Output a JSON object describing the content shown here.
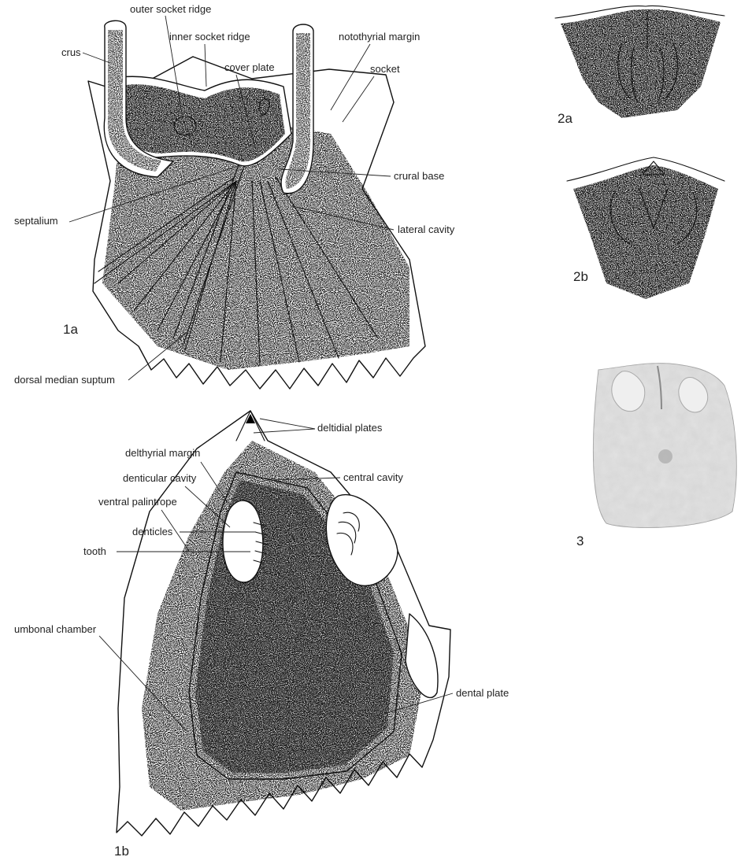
{
  "figure_1a": {
    "number": "1a",
    "labels": {
      "outer_socket_ridge": "outer socket ridge",
      "inner_socket_ridge": "inner socket ridge",
      "notothyrial_margin": "notothyrial margin",
      "crus": "crus",
      "cover_plate": "cover plate",
      "socket": "socket",
      "crural_base": "crural base",
      "septalium": "septalium",
      "lateral_cavity": "lateral cavity",
      "dorsal_median_septum": "dorsal median suptum"
    }
  },
  "figure_1b": {
    "number": "1b",
    "labels": {
      "deltidial_plates": "deltidial plates",
      "delthyrial_margin": "delthyrial margin",
      "central_cavity": "central cavity",
      "denticular_cavity": "denticular cavity",
      "ventral_palintrope": "ventral palintrope",
      "denticles": "denticles",
      "tooth": "tooth",
      "umbonal_chamber": "umbonal chamber",
      "dental_plate": "dental plate"
    }
  },
  "figure_2a": {
    "number": "2a"
  },
  "figure_2b": {
    "number": "2b"
  },
  "figure_3": {
    "number": "3"
  },
  "colors": {
    "ink": "#111111",
    "background": "#ffffff",
    "photo_tone": "#c9c9c9"
  }
}
